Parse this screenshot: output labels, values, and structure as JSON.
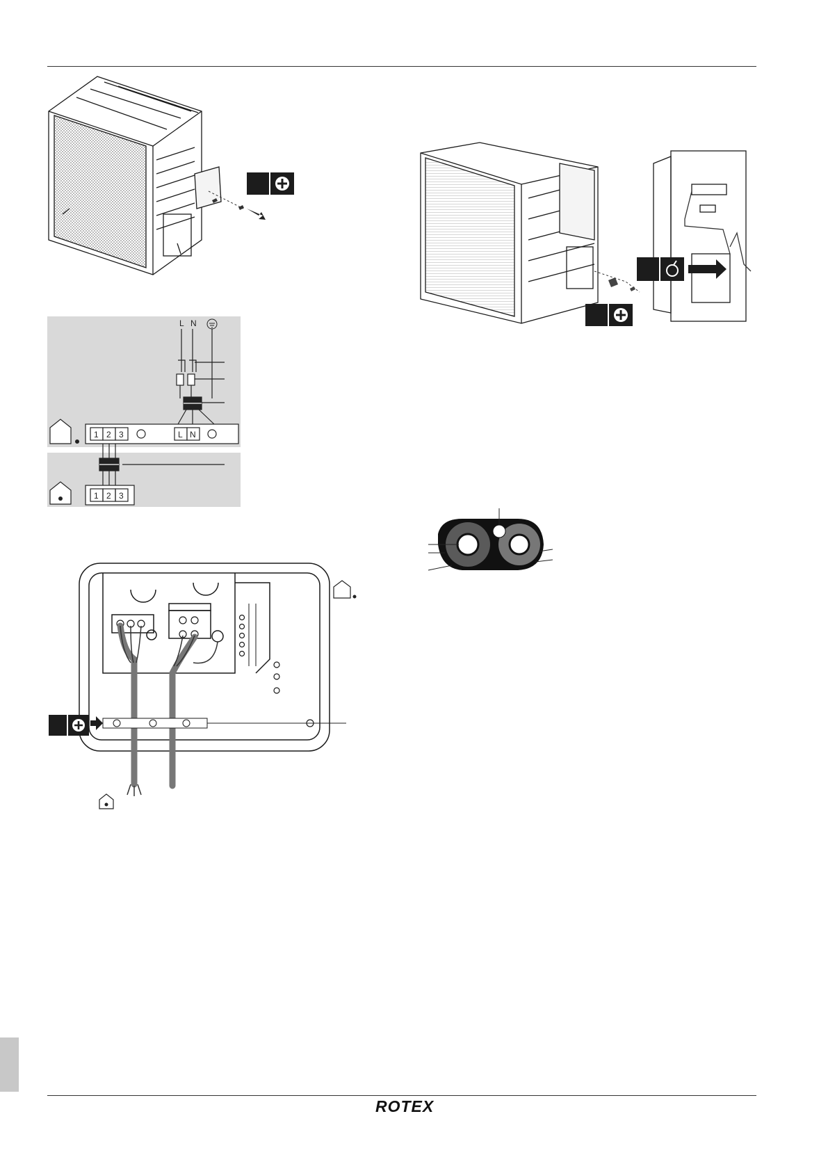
{
  "brand": {
    "logo_text": "ROTEX"
  },
  "wiring": {
    "supply_labels": [
      "L",
      "N"
    ],
    "outdoor_terminals": [
      "1",
      "2",
      "3"
    ],
    "supply_terminals": [
      "L",
      "N"
    ],
    "indoor_terminals": [
      "1",
      "2",
      "3"
    ]
  },
  "colors": {
    "panel_gray": "#d9d9d9",
    "ink": "#1a1a1a",
    "insulation_dark": "#5a5a5a",
    "badge": "#1c1c1c"
  },
  "icons": [
    "phillips-screwdriver-icon",
    "wrench-icon",
    "outdoor-house-icon",
    "indoor-house-icon",
    "earth-ground-icon"
  ]
}
